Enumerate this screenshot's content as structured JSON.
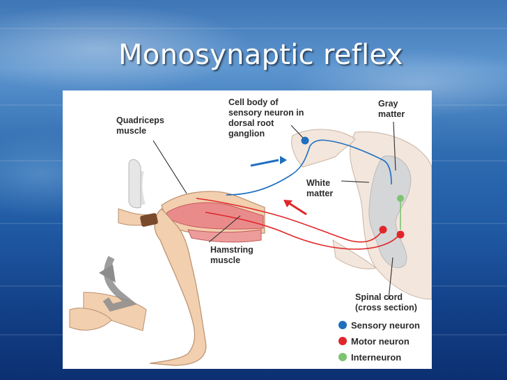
{
  "slide": {
    "title": "Monosynaptic reflex",
    "footer": ""
  },
  "diagram": {
    "labels": {
      "quadriceps": "Quadriceps\nmuscle",
      "cell_body": "Cell body of\nsensory neuron in\ndorsal root\nganglion",
      "gray_matter": "Gray\nmatter",
      "white_matter": "White\nmatter",
      "hamstring": "Hamstring\nmuscle",
      "spinal_cord": "Spinal cord\n(cross section)"
    },
    "legend": [
      {
        "label": "Sensory neuron",
        "color": "#1f6fc0"
      },
      {
        "label": "Motor neuron",
        "color": "#e0262a"
      },
      {
        "label": "Interneuron",
        "color": "#7cc46f"
      }
    ],
    "colors": {
      "sensory": "#1f6fc0",
      "motor": "#e0262a",
      "interneuron": "#7cc46f",
      "skin": "#f2cfae",
      "cord_gray": "#d5d6d8"
    }
  }
}
